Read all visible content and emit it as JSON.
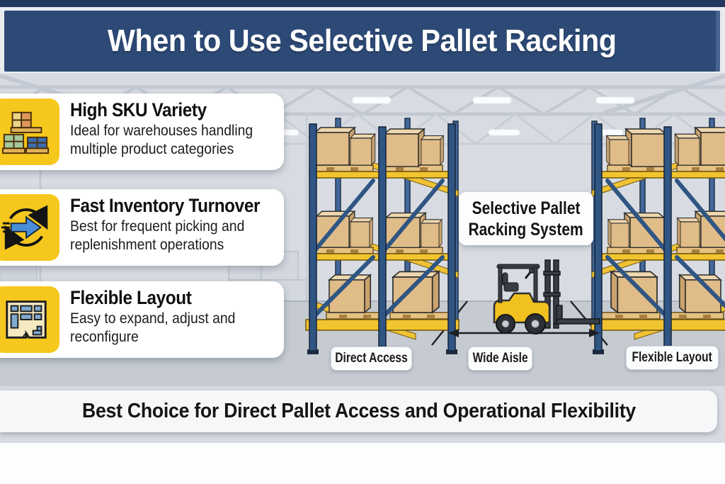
{
  "header": {
    "title": "When to Use Selective Pallet Racking"
  },
  "cards": [
    {
      "icon": "pallet-stacks-icon",
      "title": "High SKU Variety",
      "line1": "Ideal for warehouses handling",
      "line2": "multiple product categories"
    },
    {
      "icon": "inventory-cycle-icon",
      "title": "Fast Inventory Turnover",
      "line1": "Best for frequent picking and",
      "line2": "replenishment operations"
    },
    {
      "icon": "floor-plan-icon",
      "title": "Flexible Layout",
      "line1": "Easy to expand, adjust and",
      "line2": "reconfigure"
    }
  ],
  "diagram": {
    "center_label": {
      "line1": "Selective Pallet",
      "line2": "Racking System"
    },
    "labels": [
      "Direct Access",
      "Wide Aisle",
      "Flexible Layout"
    ]
  },
  "footer": {
    "text": "Best Choice for Direct Pallet Access and Operational Flexibility"
  },
  "colors": {
    "top_strip_navy": "#22395f",
    "header_navy": "#2d4a77",
    "accent_yellow": "#f6c71d",
    "rack_blue": "#2f5583",
    "beam_yellow": "#f2c430",
    "box_tan": "#dfbc88",
    "forklift_yellow": "#f1c11f",
    "wall_gray": "#d8dce2",
    "floor_gray": "#c6cbd2",
    "card_white": "#ffffff",
    "text_dark": "#151515"
  }
}
